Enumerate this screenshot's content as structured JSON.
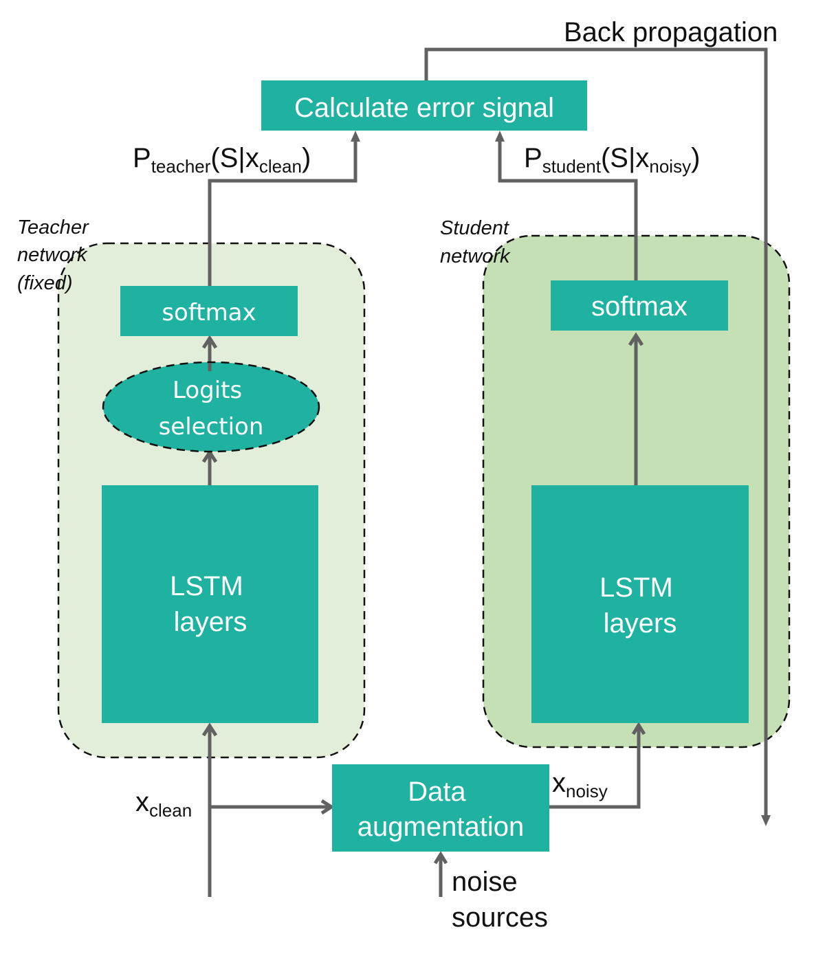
{
  "title": "Teacher-student learning with data augmentation",
  "colors": {
    "box_fill": "#20b2a0",
    "teacher_region_fill": "#e2eed9",
    "student_region_fill": "#c5e0b4",
    "arrow": "#616161",
    "text": "#111111"
  },
  "top": {
    "back_propagation_label": "Back propagation",
    "error_box_label": "Calculate error signal"
  },
  "teacher": {
    "region_label_lines": [
      "Teacher",
      "network",
      "(fixed)"
    ],
    "output_label": {
      "p": "P",
      "p_sub": "teacher",
      "mid": "(S|x",
      "x_sub": "clean",
      "end": ")"
    },
    "softmax_label": "softmax",
    "logits_label_lines": [
      "Logits",
      "selection"
    ],
    "lstm_label_lines": [
      "LSTM",
      "layers"
    ]
  },
  "student": {
    "region_label_lines": [
      "Student",
      "network"
    ],
    "output_label": {
      "p": "P",
      "p_sub": "student",
      "mid": "(S|x",
      "x_sub": "noisy",
      "end": ")"
    },
    "softmax_label": "softmax",
    "lstm_label_lines": [
      "LSTM",
      "layers"
    ]
  },
  "bottom": {
    "x_clean": {
      "x": "x",
      "sub": "clean"
    },
    "x_noisy": {
      "x": "x",
      "sub": "noisy"
    },
    "augmentation_label_lines": [
      "Data",
      "augmentation"
    ],
    "noise_label_lines": [
      "noise",
      "sources"
    ]
  }
}
